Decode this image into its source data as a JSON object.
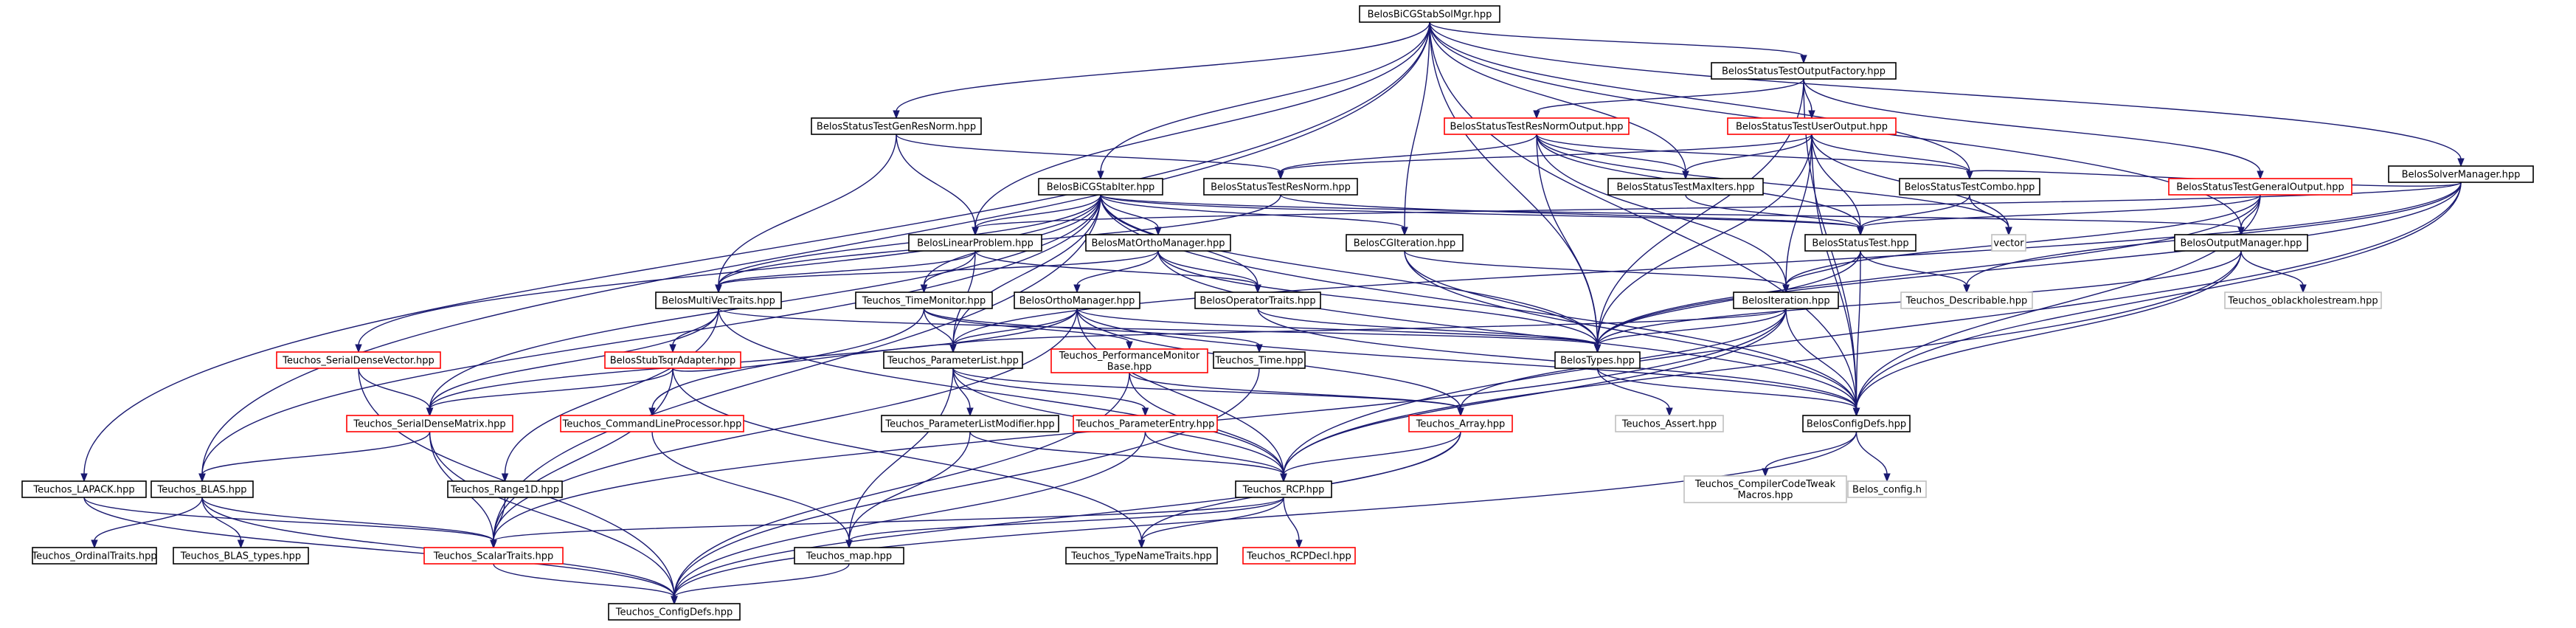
{
  "colors": {
    "edge": "#191970",
    "root_fill": "#bfbfbf",
    "border_documented": "#000000",
    "border_undocumented": "#ff0000",
    "border_external": "#bfbfbf"
  },
  "nodes": [
    {
      "id": "root",
      "label": "BelosBiCGStabSolMgr.hpp",
      "kind": "root"
    },
    {
      "id": "outfactory",
      "label": "BelosStatusTestOutputFactory.hpp",
      "kind": "doc"
    },
    {
      "id": "genresnorm",
      "label": "BelosStatusTestGenResNorm.hpp",
      "kind": "doc"
    },
    {
      "id": "resnormout",
      "label": "BelosStatusTestResNormOutput.hpp",
      "kind": "undoc"
    },
    {
      "id": "useroutput",
      "label": "BelosStatusTestUserOutput.hpp",
      "kind": "undoc"
    },
    {
      "id": "solvermgr",
      "label": "BelosSolverManager.hpp",
      "kind": "doc"
    },
    {
      "id": "bicgiter",
      "label": "BelosBiCGStabIter.hpp",
      "kind": "doc"
    },
    {
      "id": "resnorm",
      "label": "BelosStatusTestResNorm.hpp",
      "kind": "doc"
    },
    {
      "id": "maxiters",
      "label": "BelosStatusTestMaxIters.hpp",
      "kind": "doc"
    },
    {
      "id": "combo",
      "label": "BelosStatusTestCombo.hpp",
      "kind": "doc"
    },
    {
      "id": "genoutput",
      "label": "BelosStatusTestGeneralOutput.hpp",
      "kind": "undoc"
    },
    {
      "id": "linprob",
      "label": "BelosLinearProblem.hpp",
      "kind": "doc"
    },
    {
      "id": "matortho",
      "label": "BelosMatOrthoManager.hpp",
      "kind": "doc"
    },
    {
      "id": "cgiter",
      "label": "BelosCGIteration.hpp",
      "kind": "doc"
    },
    {
      "id": "statustest",
      "label": "BelosStatusTest.hpp",
      "kind": "doc"
    },
    {
      "id": "vector",
      "label": "vector",
      "kind": "ext"
    },
    {
      "id": "outmgr",
      "label": "BelosOutputManager.hpp",
      "kind": "doc"
    },
    {
      "id": "mvtraits",
      "label": "BelosMultiVecTraits.hpp",
      "kind": "doc"
    },
    {
      "id": "timemon",
      "label": "Teuchos_TimeMonitor.hpp",
      "kind": "doc"
    },
    {
      "id": "orthomgr",
      "label": "BelosOrthoManager.hpp",
      "kind": "doc"
    },
    {
      "id": "optraits",
      "label": "BelosOperatorTraits.hpp",
      "kind": "doc"
    },
    {
      "id": "iteration",
      "label": "BelosIteration.hpp",
      "kind": "doc"
    },
    {
      "id": "describable",
      "label": "Teuchos_Describable.hpp",
      "kind": "ext"
    },
    {
      "id": "oblackhole",
      "label": "Teuchos_oblackholestream.hpp",
      "kind": "ext"
    },
    {
      "id": "serialdensevec",
      "label": "Teuchos_SerialDenseVector.hpp",
      "kind": "undoc"
    },
    {
      "id": "stubtsqr",
      "label": "BelosStubTsqrAdapter.hpp",
      "kind": "undoc"
    },
    {
      "id": "paramlist",
      "label": "Teuchos_ParameterList.hpp",
      "kind": "doc"
    },
    {
      "id": "perfmon",
      "label": [
        "Teuchos_PerformanceMonitor",
        "Base.hpp"
      ],
      "kind": "undoc"
    },
    {
      "id": "time",
      "label": "Teuchos_Time.hpp",
      "kind": "doc"
    },
    {
      "id": "belostypes",
      "label": "BelosTypes.hpp",
      "kind": "doc"
    },
    {
      "id": "serialdensemat",
      "label": "Teuchos_SerialDenseMatrix.hpp",
      "kind": "undoc"
    },
    {
      "id": "cmdline",
      "label": "Teuchos_CommandLineProcessor.hpp",
      "kind": "undoc"
    },
    {
      "id": "plmodifier",
      "label": "Teuchos_ParameterListModifier.hpp",
      "kind": "doc"
    },
    {
      "id": "paramentry",
      "label": "Teuchos_ParameterEntry.hpp",
      "kind": "undoc"
    },
    {
      "id": "array",
      "label": "Teuchos_Array.hpp",
      "kind": "undoc"
    },
    {
      "id": "assert",
      "label": "Teuchos_Assert.hpp",
      "kind": "ext"
    },
    {
      "id": "configdefs",
      "label": "BelosConfigDefs.hpp",
      "kind": "doc"
    },
    {
      "id": "lapack",
      "label": "Teuchos_LAPACK.hpp",
      "kind": "doc"
    },
    {
      "id": "blas",
      "label": "Teuchos_BLAS.hpp",
      "kind": "doc"
    },
    {
      "id": "range1d",
      "label": "Teuchos_Range1D.hpp",
      "kind": "doc"
    },
    {
      "id": "rcp",
      "label": "Teuchos_RCP.hpp",
      "kind": "doc"
    },
    {
      "id": "compilercode",
      "label": [
        "Teuchos_CompilerCodeTweak",
        "Macros.hpp"
      ],
      "kind": "ext"
    },
    {
      "id": "belosconfig",
      "label": "Belos_config.h",
      "kind": "ext"
    },
    {
      "id": "ordinal",
      "label": "Teuchos_OrdinalTraits.hpp",
      "kind": "doc"
    },
    {
      "id": "blastypes",
      "label": "Teuchos_BLAS_types.hpp",
      "kind": "doc"
    },
    {
      "id": "scalartraits",
      "label": "Teuchos_ScalarTraits.hpp",
      "kind": "undoc"
    },
    {
      "id": "map",
      "label": "Teuchos_map.hpp",
      "kind": "doc"
    },
    {
      "id": "typenametraits",
      "label": "Teuchos_TypeNameTraits.hpp",
      "kind": "doc"
    },
    {
      "id": "rcpdecl",
      "label": "Teuchos_RCPDecl.hpp",
      "kind": "undoc"
    },
    {
      "id": "tconfigdefs",
      "label": "Teuchos_ConfigDefs.hpp",
      "kind": "doc"
    }
  ],
  "edges": [
    [
      "root",
      "outfactory"
    ],
    [
      "root",
      "genresnorm"
    ],
    [
      "root",
      "bicgiter"
    ],
    [
      "root",
      "linprob"
    ],
    [
      "root",
      "maxiters"
    ],
    [
      "root",
      "combo"
    ],
    [
      "root",
      "solvermgr"
    ],
    [
      "root",
      "belostypes"
    ],
    [
      "root",
      "outmgr"
    ],
    [
      "root",
      "lapack"
    ],
    [
      "root",
      "blas"
    ],
    [
      "root",
      "cgiter"
    ],
    [
      "root",
      "configdefs"
    ],
    [
      "outfactory",
      "resnormout"
    ],
    [
      "outfactory",
      "useroutput"
    ],
    [
      "outfactory",
      "genoutput"
    ],
    [
      "outfactory",
      "belostypes"
    ],
    [
      "outfactory",
      "configdefs"
    ],
    [
      "genresnorm",
      "resnorm"
    ],
    [
      "genresnorm",
      "linprob"
    ],
    [
      "genresnorm",
      "mvtraits"
    ],
    [
      "resnormout",
      "resnorm"
    ],
    [
      "resnormout",
      "maxiters"
    ],
    [
      "resnormout",
      "combo"
    ],
    [
      "resnormout",
      "statustest"
    ],
    [
      "resnormout",
      "vector"
    ],
    [
      "resnormout",
      "iteration"
    ],
    [
      "resnormout",
      "belostypes"
    ],
    [
      "useroutput",
      "resnorm"
    ],
    [
      "useroutput",
      "maxiters"
    ],
    [
      "useroutput",
      "combo"
    ],
    [
      "useroutput",
      "statustest"
    ],
    [
      "useroutput",
      "vector"
    ],
    [
      "useroutput",
      "iteration"
    ],
    [
      "useroutput",
      "belostypes"
    ],
    [
      "useroutput",
      "configdefs"
    ],
    [
      "solvermgr",
      "combo"
    ],
    [
      "solvermgr",
      "describable"
    ],
    [
      "solvermgr",
      "linprob"
    ],
    [
      "solvermgr",
      "belostypes"
    ],
    [
      "solvermgr",
      "paramlist"
    ],
    [
      "solvermgr",
      "configdefs"
    ],
    [
      "solvermgr",
      "rcp"
    ],
    [
      "bicgiter",
      "linprob"
    ],
    [
      "bicgiter",
      "matortho"
    ],
    [
      "bicgiter",
      "optraits"
    ],
    [
      "bicgiter",
      "mvtraits"
    ],
    [
      "bicgiter",
      "timemon"
    ],
    [
      "bicgiter",
      "serialdensevec"
    ],
    [
      "bicgiter",
      "serialdensemat"
    ],
    [
      "bicgiter",
      "scalartraits"
    ],
    [
      "bicgiter",
      "blas"
    ],
    [
      "bicgiter",
      "cgiter"
    ],
    [
      "bicgiter",
      "statustest"
    ],
    [
      "bicgiter",
      "belostypes"
    ],
    [
      "bicgiter",
      "configdefs"
    ],
    [
      "bicgiter",
      "outmgr"
    ],
    [
      "bicgiter",
      "paramlist"
    ],
    [
      "resnorm",
      "statustest"
    ],
    [
      "resnorm",
      "mvtraits"
    ],
    [
      "maxiters",
      "statustest"
    ],
    [
      "combo",
      "statustest"
    ],
    [
      "combo",
      "vector"
    ],
    [
      "genoutput",
      "statustest"
    ],
    [
      "genoutput",
      "outmgr"
    ],
    [
      "genoutput",
      "iteration"
    ],
    [
      "genoutput",
      "belostypes"
    ],
    [
      "genoutput",
      "configdefs"
    ],
    [
      "linprob",
      "mvtraits"
    ],
    [
      "linprob",
      "optraits"
    ],
    [
      "linprob",
      "paramlist"
    ],
    [
      "linprob",
      "timemon"
    ],
    [
      "matortho",
      "orthomgr"
    ],
    [
      "matortho",
      "optraits"
    ],
    [
      "matortho",
      "mvtraits"
    ],
    [
      "matortho",
      "belostypes"
    ],
    [
      "matortho",
      "configdefs"
    ],
    [
      "cgiter",
      "iteration"
    ],
    [
      "cgiter",
      "belostypes"
    ],
    [
      "cgiter",
      "configdefs"
    ],
    [
      "statustest",
      "describable"
    ],
    [
      "statustest",
      "iteration"
    ],
    [
      "statustest",
      "belostypes"
    ],
    [
      "statustest",
      "configdefs"
    ],
    [
      "outmgr",
      "oblackhole"
    ],
    [
      "outmgr",
      "belostypes"
    ],
    [
      "outmgr",
      "configdefs"
    ],
    [
      "outmgr",
      "rcp"
    ],
    [
      "mvtraits",
      "stubtsqr"
    ],
    [
      "mvtraits",
      "serialdensemat"
    ],
    [
      "mvtraits",
      "range1d"
    ],
    [
      "mvtraits",
      "rcp"
    ],
    [
      "mvtraits",
      "belostypes"
    ],
    [
      "timemon",
      "perfmon"
    ],
    [
      "timemon",
      "time"
    ],
    [
      "timemon",
      "paramlist"
    ],
    [
      "timemon",
      "cmdline"
    ],
    [
      "orthomgr",
      "paramlist"
    ],
    [
      "orthomgr",
      "serialdensemat"
    ],
    [
      "orthomgr",
      "belostypes"
    ],
    [
      "orthomgr",
      "configdefs"
    ],
    [
      "orthomgr",
      "array"
    ],
    [
      "orthomgr",
      "scalartraits"
    ],
    [
      "orthomgr",
      "rcp"
    ],
    [
      "optraits",
      "belostypes"
    ],
    [
      "optraits",
      "configdefs"
    ],
    [
      "iteration",
      "belostypes"
    ],
    [
      "iteration",
      "configdefs"
    ],
    [
      "iteration",
      "paramlist"
    ],
    [
      "iteration",
      "array"
    ],
    [
      "iteration",
      "rcp"
    ],
    [
      "iteration",
      "scalartraits"
    ],
    [
      "serialdensevec",
      "serialdensemat"
    ],
    [
      "serialdensevec",
      "tconfigdefs"
    ],
    [
      "stubtsqr",
      "serialdensemat"
    ],
    [
      "stubtsqr",
      "scalartraits"
    ],
    [
      "stubtsqr",
      "typenametraits"
    ],
    [
      "stubtsqr",
      "paramlist"
    ],
    [
      "paramlist",
      "plmodifier"
    ],
    [
      "paramlist",
      "paramentry"
    ],
    [
      "paramlist",
      "map"
    ],
    [
      "paramlist",
      "rcp"
    ],
    [
      "paramlist",
      "array"
    ],
    [
      "perfmon",
      "array"
    ],
    [
      "perfmon",
      "rcp"
    ],
    [
      "perfmon",
      "tconfigdefs"
    ],
    [
      "time",
      "tconfigdefs"
    ],
    [
      "belostypes",
      "assert"
    ],
    [
      "belostypes",
      "configdefs"
    ],
    [
      "serialdensemat",
      "blas"
    ],
    [
      "serialdensemat",
      "scalartraits"
    ],
    [
      "serialdensemat",
      "tconfigdefs"
    ],
    [
      "cmdline",
      "map"
    ],
    [
      "plmodifier",
      "rcp"
    ],
    [
      "plmodifier",
      "map"
    ],
    [
      "paramentry",
      "rcp"
    ],
    [
      "paramentry",
      "tconfigdefs"
    ],
    [
      "array",
      "rcp"
    ],
    [
      "array",
      "tconfigdefs"
    ],
    [
      "array",
      "typenametraits"
    ],
    [
      "configdefs",
      "compilercode"
    ],
    [
      "configdefs",
      "belosconfig"
    ],
    [
      "configdefs",
      "tconfigdefs"
    ],
    [
      "lapack",
      "scalartraits"
    ],
    [
      "lapack",
      "tconfigdefs"
    ],
    [
      "blas",
      "ordinal"
    ],
    [
      "blas",
      "blastypes"
    ],
    [
      "blas",
      "scalartraits"
    ],
    [
      "blas",
      "tconfigdefs"
    ],
    [
      "range1d",
      "scalartraits"
    ],
    [
      "rcp",
      "typenametraits"
    ],
    [
      "rcp",
      "rcpdecl"
    ],
    [
      "rcp",
      "map"
    ],
    [
      "rcp",
      "scalartraits"
    ],
    [
      "scalartraits",
      "tconfigdefs"
    ],
    [
      "map",
      "tconfigdefs"
    ]
  ]
}
